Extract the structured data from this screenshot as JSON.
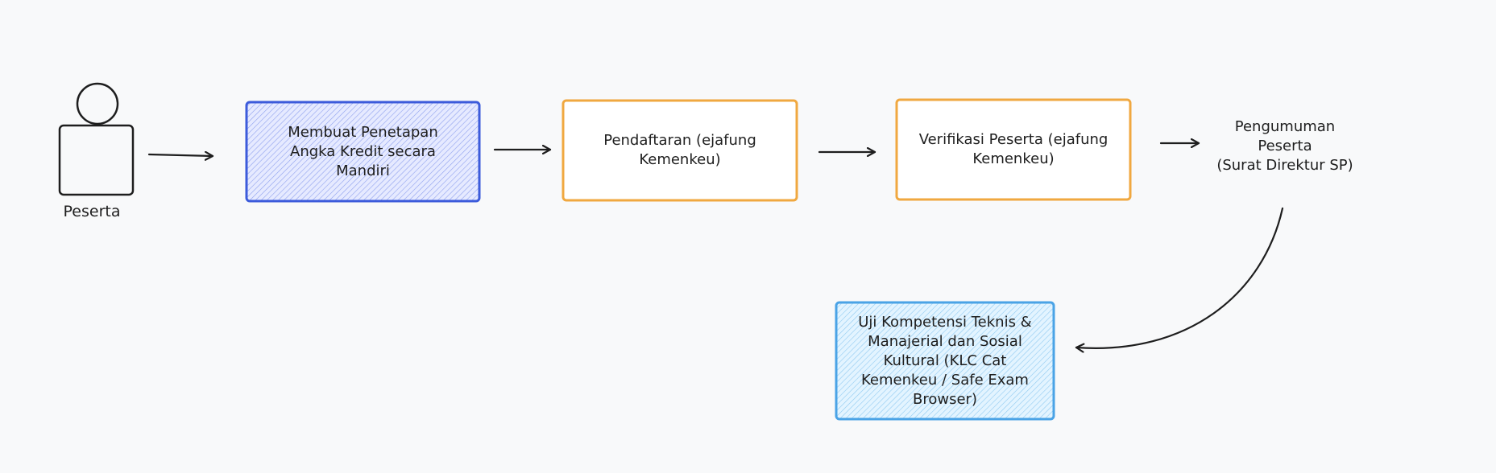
{
  "actor": {
    "label": "Peserta",
    "icon": "person-icon"
  },
  "steps": [
    {
      "id": "penetapan",
      "label": "Membuat Penetapan\nAngka Kredit secara\nMandiri",
      "stroke": "#3c5bdb",
      "fill": "#dbe2ff",
      "hatched": true
    },
    {
      "id": "pendaftaran",
      "label": "Pendaftaran (ejafung\nKemenkeu)",
      "stroke": "#f0a840",
      "fill": "#ffffff",
      "hatched": false
    },
    {
      "id": "verifikasi",
      "label": "Verifikasi Peserta (ejafung\nKemenkeu)",
      "stroke": "#f0a840",
      "fill": "#ffffff",
      "hatched": false
    },
    {
      "id": "pengumuman",
      "label": "Pengumuman\nPeserta\n(Surat Direktur SP)",
      "stroke": "none",
      "fill": "none",
      "hatched": false
    },
    {
      "id": "uji",
      "label": "Uji Kompetensi Teknis &\nManajerial dan Sosial\nKultural (KLC Cat\nKemenkeu / Safe Exam\nBrowser)",
      "stroke": "#4aa3e6",
      "fill": "#d6efff",
      "hatched": true
    }
  ],
  "colors": {
    "ink": "#1e1e1e",
    "background": "#f8f9fa"
  }
}
